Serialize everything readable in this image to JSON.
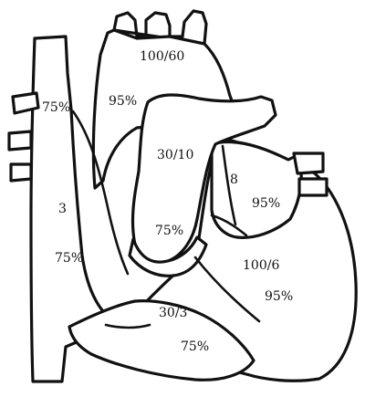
{
  "diagram": {
    "svc_saturation": "75%",
    "ivc_pressure": "3",
    "right_atrium_saturation": "75%",
    "aorta_pressure": "100/60",
    "aorta_saturation": "95%",
    "pulmonary_artery_pressure": "30/10",
    "right_ventricle_outflow_saturation": "75%",
    "left_atrium_pressure": "8",
    "left_atrium_saturation": "95%",
    "left_ventricle_pressure": "100/6",
    "left_ventricle_saturation": "95%",
    "right_ventricle_pressure": "30/3",
    "right_ventricle_saturation": "75%"
  }
}
